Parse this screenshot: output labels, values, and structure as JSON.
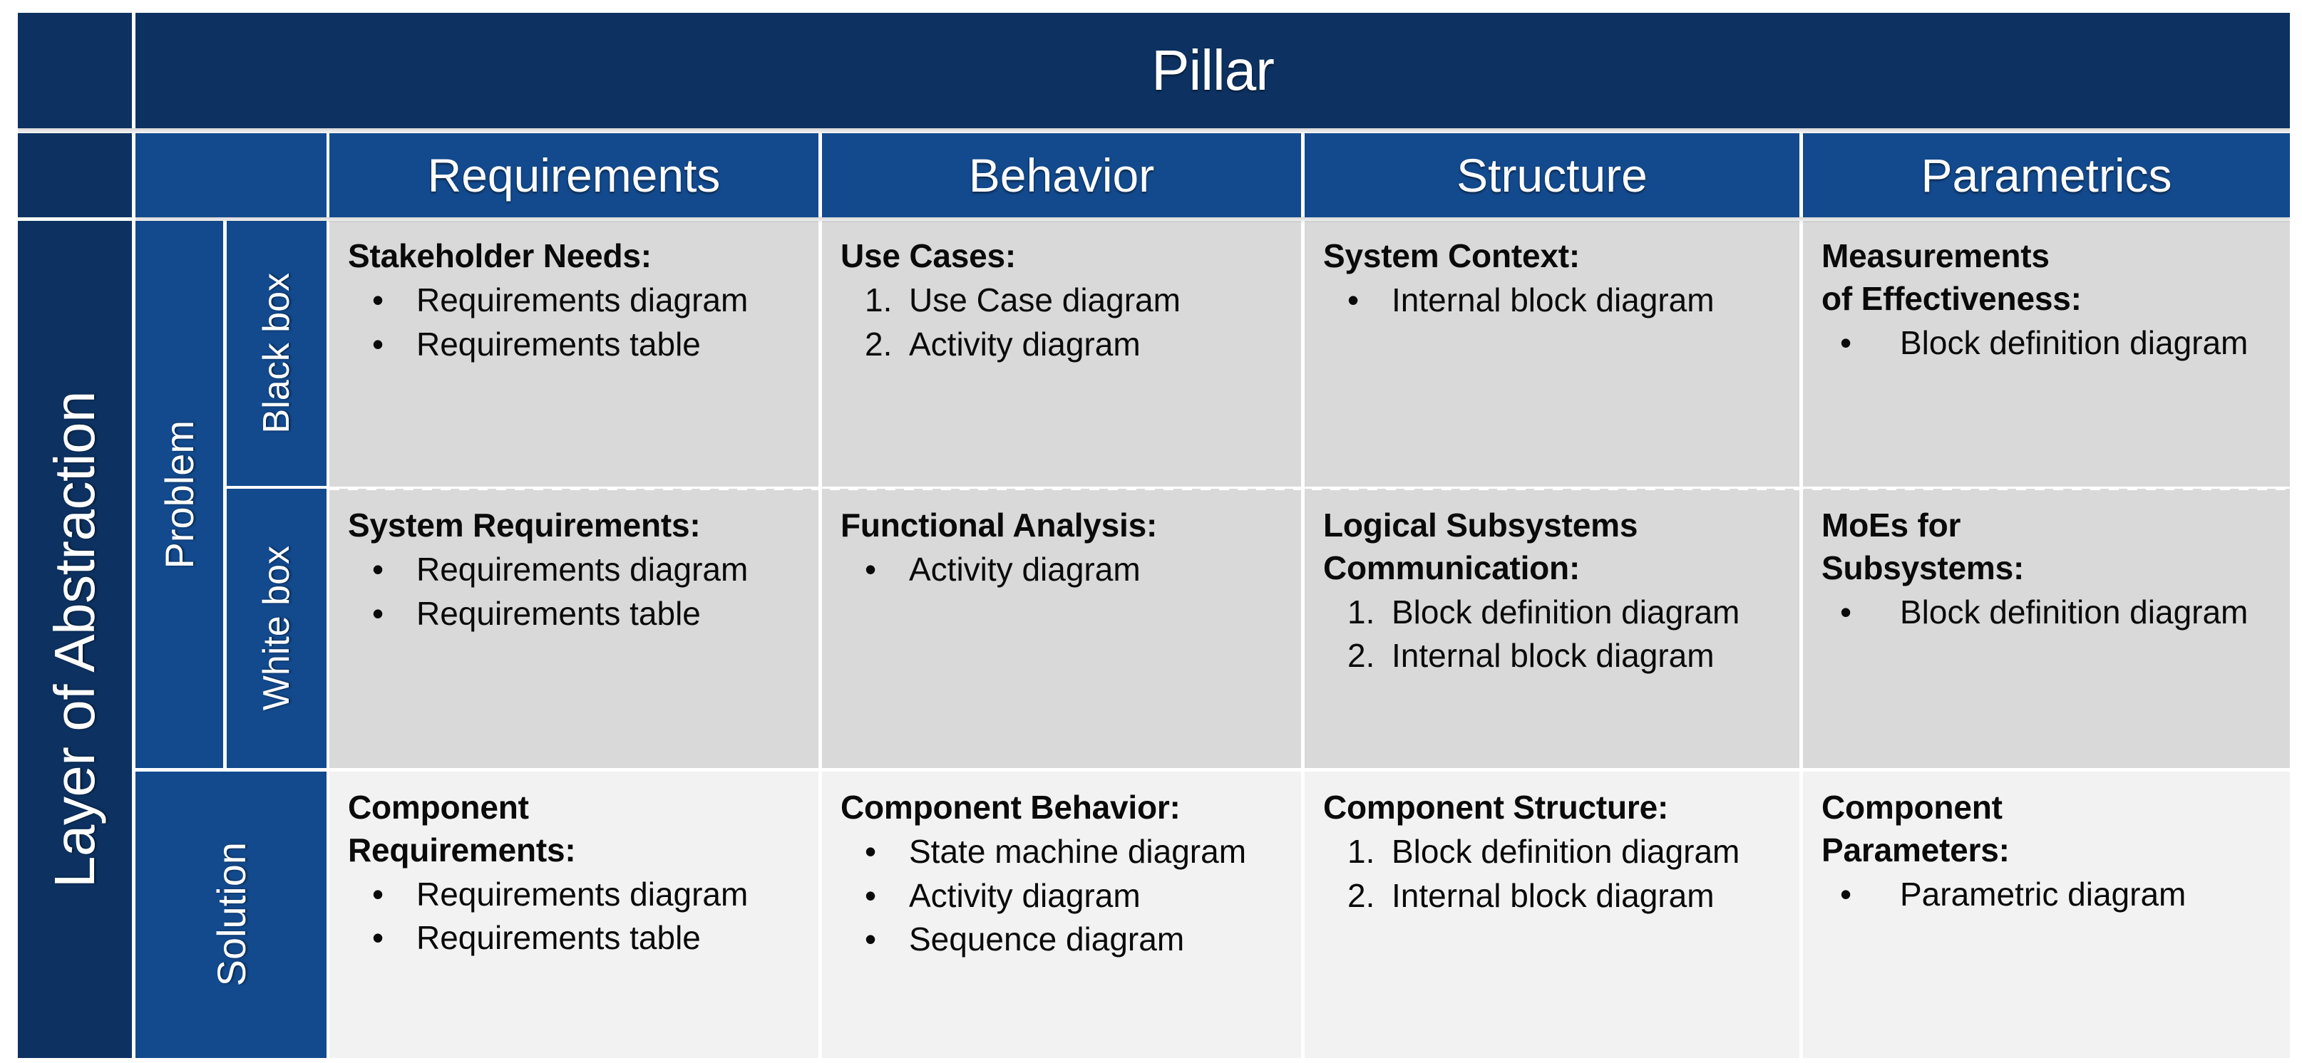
{
  "matrix": {
    "top_header": {
      "label": "Pillar"
    },
    "row_axis_label": "Layer of Abstraction",
    "pillars": [
      {
        "label": "Requirements"
      },
      {
        "label": "Behavior"
      },
      {
        "label": "Structure"
      },
      {
        "label": "Parametrics"
      }
    ],
    "layer_groups": [
      {
        "label": "Problem"
      },
      {
        "label": "Solution"
      }
    ],
    "layer_sublevels": [
      {
        "label": "Black box"
      },
      {
        "label": "White box"
      }
    ],
    "colors": {
      "header_dark_navy": "#0d3262",
      "header_navy": "#134a8e",
      "cell_grey": "#d9d9d9",
      "cell_light_grey": "#f2f2f2",
      "text_light": "#ffffff",
      "text_dark": "#0a0a0a"
    },
    "rows": [
      {
        "group": "Problem",
        "sublevel": "Black box",
        "cells": [
          {
            "title": "Stakeholder Needs:",
            "list_type": "bullet",
            "items": [
              "Requirements diagram",
              "Requirements table"
            ]
          },
          {
            "title": "Use Cases:",
            "list_type": "number",
            "items": [
              "Use Case diagram",
              "Activity diagram"
            ]
          },
          {
            "title": "System Context:",
            "list_type": "bullet",
            "items": [
              "Internal block diagram"
            ]
          },
          {
            "title": "Measurements\nof Effectiveness:",
            "list_type": "bullet",
            "items": [
              "Block definition diagram"
            ]
          }
        ]
      },
      {
        "group": "Problem",
        "sublevel": "White box",
        "cells": [
          {
            "title": "System Requirements:",
            "list_type": "bullet",
            "items": [
              "Requirements diagram",
              "Requirements table"
            ]
          },
          {
            "title": "Functional Analysis:",
            "list_type": "bullet",
            "items": [
              "Activity diagram"
            ]
          },
          {
            "title": "Logical Subsystems\nCommunication:",
            "list_type": "number",
            "items": [
              "Block definition diagram",
              "Internal block diagram"
            ]
          },
          {
            "title": "MoEs for\nSubsystems:",
            "list_type": "bullet",
            "items": [
              "Block definition diagram"
            ]
          }
        ]
      },
      {
        "group": "Solution",
        "sublevel": "",
        "cells": [
          {
            "title": "Component\nRequirements:",
            "list_type": "bullet",
            "items": [
              "Requirements diagram",
              "Requirements table"
            ]
          },
          {
            "title": "Component Behavior:",
            "list_type": "bullet",
            "items": [
              "State machine diagram",
              "Activity diagram",
              "Sequence diagram"
            ]
          },
          {
            "title": "Component Structure:",
            "list_type": "number",
            "items": [
              "Block definition diagram",
              "Internal block diagram"
            ]
          },
          {
            "title": "Component\nParameters:",
            "list_type": "bullet",
            "items": [
              "Parametric diagram"
            ]
          }
        ]
      }
    ]
  }
}
